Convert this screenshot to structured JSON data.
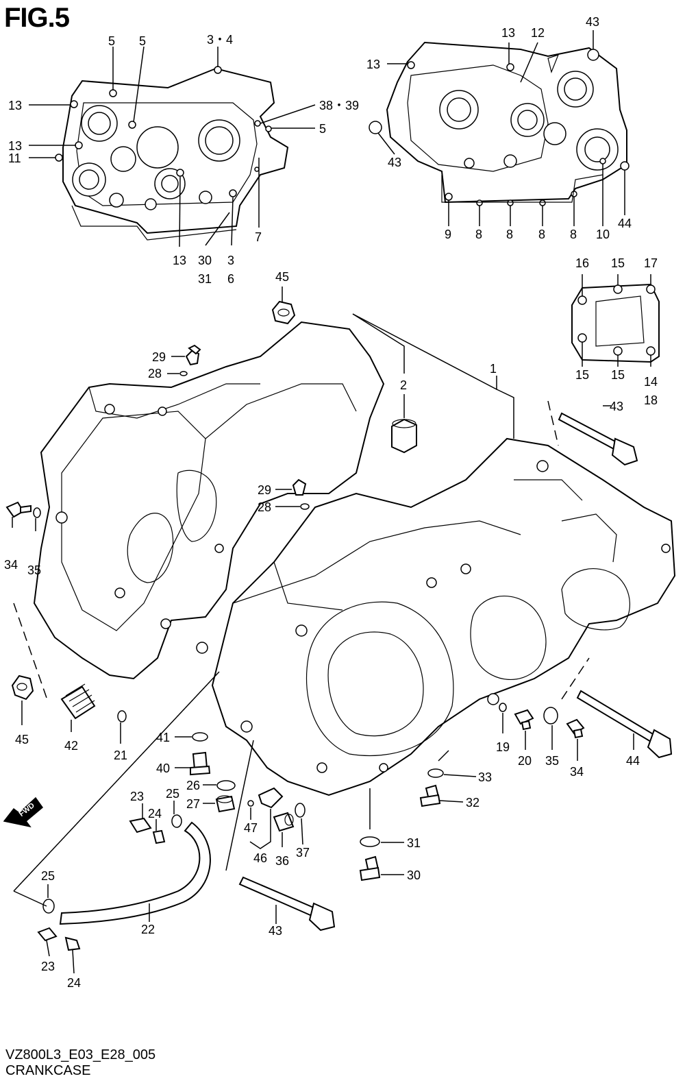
{
  "title": "FIG.5",
  "footer": {
    "code": "VZ800L3_E03_E28_005",
    "name": "CRANKCASE"
  },
  "fwd_label": "FWD",
  "callouts": [
    {
      "id": "c-5a",
      "text": "5"
    },
    {
      "id": "c-5b",
      "text": "5"
    },
    {
      "id": "c-34-top",
      "text": "3・4"
    },
    {
      "id": "c-13-l1",
      "text": "13"
    },
    {
      "id": "c-3839",
      "text": "38・39"
    },
    {
      "id": "c-5c",
      "text": "5"
    },
    {
      "id": "c-13-l2",
      "text": "13"
    },
    {
      "id": "c-11",
      "text": "11"
    },
    {
      "id": "c-7",
      "text": "7"
    },
    {
      "id": "c-13-l3",
      "text": "13"
    },
    {
      "id": "c-30",
      "text": "30"
    },
    {
      "id": "c-31",
      "text": "31"
    },
    {
      "id": "c-3",
      "text": "3"
    },
    {
      "id": "c-6",
      "text": "6"
    },
    {
      "id": "c-13-r1",
      "text": "13"
    },
    {
      "id": "c-13-r2",
      "text": "13"
    },
    {
      "id": "c-12",
      "text": "12"
    },
    {
      "id": "c-43-r1",
      "text": "43"
    },
    {
      "id": "c-43-r2",
      "text": "43"
    },
    {
      "id": "c-9",
      "text": "9"
    },
    {
      "id": "c-8a",
      "text": "8"
    },
    {
      "id": "c-8b",
      "text": "8"
    },
    {
      "id": "c-8c",
      "text": "8"
    },
    {
      "id": "c-8d",
      "text": "8"
    },
    {
      "id": "c-10",
      "text": "10"
    },
    {
      "id": "c-44-r",
      "text": "44"
    },
    {
      "id": "c-16",
      "text": "16"
    },
    {
      "id": "c-15a",
      "text": "15"
    },
    {
      "id": "c-17",
      "text": "17"
    },
    {
      "id": "c-15b",
      "text": "15"
    },
    {
      "id": "c-15c",
      "text": "15"
    },
    {
      "id": "c-14",
      "text": "14"
    },
    {
      "id": "c-18",
      "text": "18"
    },
    {
      "id": "c-45-top",
      "text": "45"
    },
    {
      "id": "c-29-top",
      "text": "29"
    },
    {
      "id": "c-28-top",
      "text": "28"
    },
    {
      "id": "c-2",
      "text": "2"
    },
    {
      "id": "c-1",
      "text": "1"
    },
    {
      "id": "c-43-mid",
      "text": "43"
    },
    {
      "id": "c-29-mid",
      "text": "29"
    },
    {
      "id": "c-28-mid",
      "text": "28"
    },
    {
      "id": "c-34-left",
      "text": "34"
    },
    {
      "id": "c-35-left",
      "text": "35"
    },
    {
      "id": "c-45-bot",
      "text": "45"
    },
    {
      "id": "c-42",
      "text": "42"
    },
    {
      "id": "c-21",
      "text": "21"
    },
    {
      "id": "c-41",
      "text": "41"
    },
    {
      "id": "c-40",
      "text": "40"
    },
    {
      "id": "c-26",
      "text": "26"
    },
    {
      "id": "c-27",
      "text": "27"
    },
    {
      "id": "c-23a",
      "text": "23"
    },
    {
      "id": "c-25a",
      "text": "25"
    },
    {
      "id": "c-24a",
      "text": "24"
    },
    {
      "id": "c-47",
      "text": "47"
    },
    {
      "id": "c-46",
      "text": "46"
    },
    {
      "id": "c-36",
      "text": "36"
    },
    {
      "id": "c-37",
      "text": "37"
    },
    {
      "id": "c-19",
      "text": "19"
    },
    {
      "id": "c-20",
      "text": "20"
    },
    {
      "id": "c-35-right",
      "text": "35"
    },
    {
      "id": "c-34-right",
      "text": "34"
    },
    {
      "id": "c-44-bot",
      "text": "44"
    },
    {
      "id": "c-33",
      "text": "33"
    },
    {
      "id": "c-32",
      "text": "32"
    },
    {
      "id": "c-31-bot",
      "text": "31"
    },
    {
      "id": "c-30-bot",
      "text": "30"
    },
    {
      "id": "c-25b",
      "text": "25"
    },
    {
      "id": "c-22",
      "text": "22"
    },
    {
      "id": "c-23b",
      "text": "23"
    },
    {
      "id": "c-24b",
      "text": "24"
    },
    {
      "id": "c-43-bot",
      "text": "43"
    }
  ]
}
